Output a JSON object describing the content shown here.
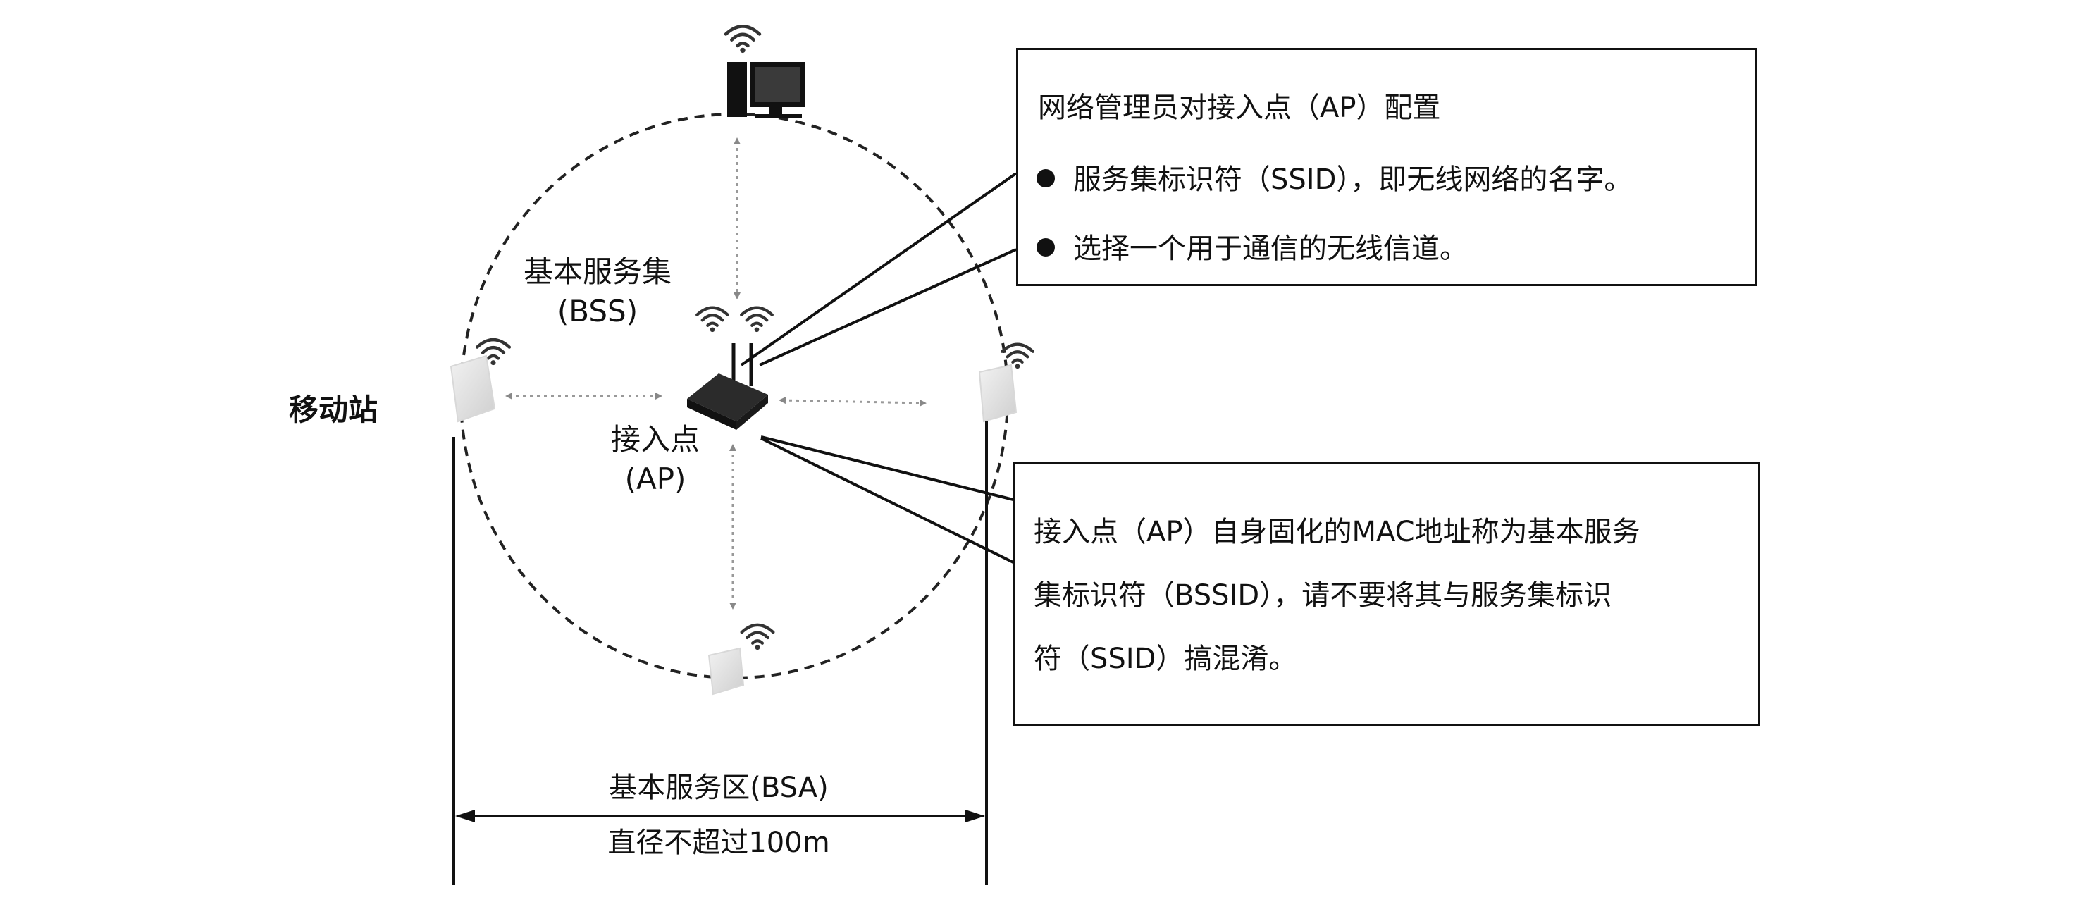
{
  "labels": {
    "bss_title": "基本服务集",
    "bss_abbr": "(BSS)",
    "station": "移动站",
    "ap_title": "接入点",
    "ap_abbr": "(AP)",
    "bsa_title": "基本服务区(BSA)",
    "bsa_diameter": "直径不超过100m"
  },
  "config_box": {
    "heading": "网络管理员对接入点（AP）配置",
    "items": [
      "服务集标识符（SSID），即无线网络的名字。",
      "选择一个用于通信的无线信道。"
    ]
  },
  "bssid_box": {
    "lines": [
      "接入点（AP）自身固化的MAC地址称为基本服务",
      "集标识符（BSSID），请不要将其与服务集标识",
      "符（SSID）搞混淆。"
    ]
  },
  "icons": {
    "computer": "desktop-computer-icon",
    "access_point": "router-icon",
    "station": "mobile-device-icon",
    "signal": "wifi-signal-icon"
  }
}
